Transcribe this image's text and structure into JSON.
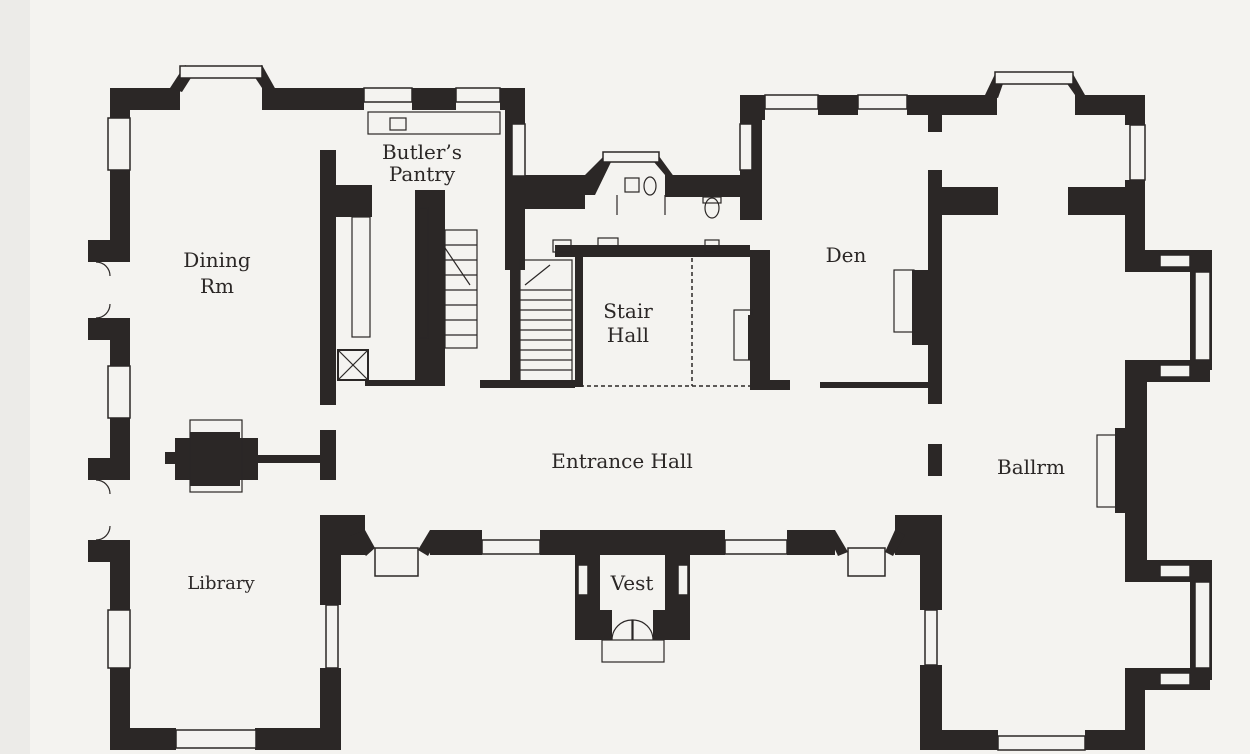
{
  "rooms": {
    "butlers_pantry": [
      "Butler’s",
      "Pantry"
    ],
    "dining": [
      "Dining",
      "Rm"
    ],
    "den": "Den",
    "stair_hall": [
      "Stair",
      "Hall"
    ],
    "entrance_hall": "Entrance Hall",
    "ballroom": "Ballrm",
    "library": "Library",
    "vestibule": "Vest"
  },
  "colors": {
    "wall": "#2b2726",
    "paper": "#f4f3f0",
    "background": "#ecebe8"
  }
}
